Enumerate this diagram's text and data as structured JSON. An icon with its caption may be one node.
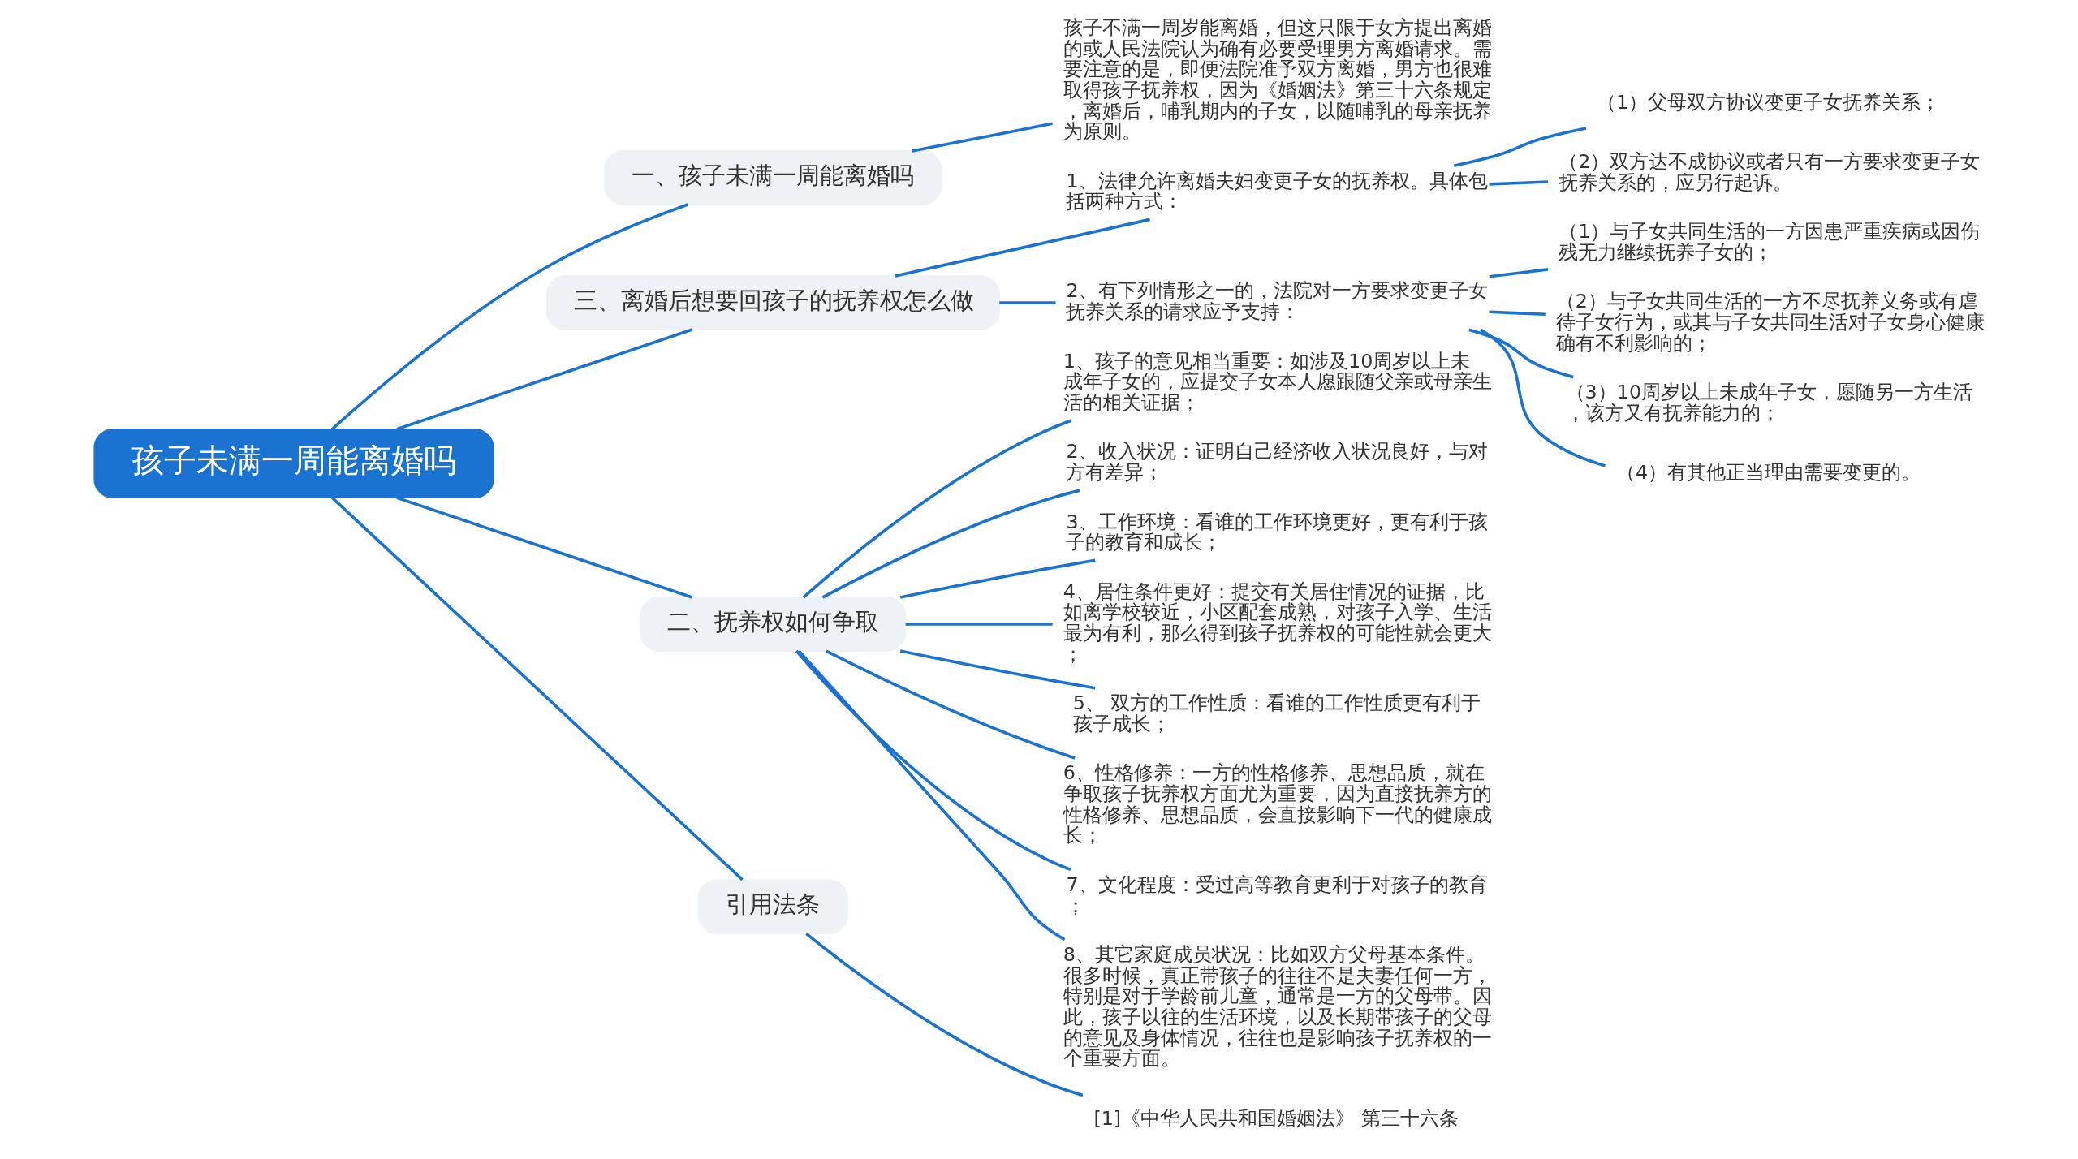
{
  "diagram": {
    "nodes": [
      {
        "text": [
          "孩子未满一周能离婚吗"
        ]
      },
      {
        "text": [
          "一、孩子未满一周能离婚吗"
        ]
      },
      {
        "text": [
          "孩子不满一周岁能离婚，但这只限于女方提出离婚的或人民法院认为确有必要受理男方离婚请求。需要注意的是，即便法院准予双方离婚，男方也很难取得孩子抚养权，因为《婚姻法》第三十六条规定，离婚后，哺乳期内的子女，以随哺乳的母亲抚养为原则。"
        ]
      },
      {
        "text": [
          "三、离婚后想要回孩子的抚养权怎么做"
        ]
      },
      {
        "text": [
          "1、法律允许离婚夫妇变更子女的抚养权。具体包括两种方式："
        ]
      },
      {
        "text": [
          "（1）父母双方协议变更子女抚养关系；"
        ]
      },
      {
        "text": [
          "（2）双方达不成协议或者只有一方要求变更子女抚养关系的，应另行起诉。"
        ]
      },
      {
        "text": [
          "2、有下列情形之一的，法院对一方要求变更子女抚养关系的请求应予支持："
        ]
      },
      {
        "text": [
          "（1）与子女共同生活的一方因患严重疾病或因伤残无力继续抚养子女的；"
        ]
      },
      {
        "text": [
          "（2）与子女共同生活的一方不尽抚养义务或有虐待子女行为，或其与子女共同生活对子女身心健康确有不利影响的；"
        ]
      },
      {
        "text": [
          "（3）10周岁以上未成年子女，愿随另一方生活，该方又有抚养能力的；"
        ]
      },
      {
        "text": [
          "（4）有其他正当理由需要变更的。"
        ]
      },
      {
        "text": [
          "二、抚养权如何争取"
        ]
      },
      {
        "text": [
          "1、孩子的意见相当重要：如涉及10周岁以上未成年子女的，应提交子女本人愿跟随父亲或母亲生活的相关证据；"
        ]
      },
      {
        "text": [
          "2、收入状况：证明自己经济收入状况良好，与对方有差异；"
        ]
      },
      {
        "text": [
          "3、工作环境：看谁的工作环境更好，更有利于孩子的教育和成长；"
        ]
      },
      {
        "text": [
          "4、居住条件更好：提交有关居住情况的证据，比如离学校较近，小区配套成熟，对孩子入学、生活最为有利，那么得到孩子抚养权的可能性就会更大；"
        ]
      },
      {
        "text": [
          "5、 双方的工作性质：看谁的工作性质更有利于孩子成长；"
        ]
      },
      {
        "text": [
          "6、性格修养：一方的性格修养、思想品质，就在争取孩子抚养权方面尤为重要，因为直接抚养方的性格修养、思想品质，会直接影响下一代的健康成长；"
        ]
      },
      {
        "text": [
          "7、文化程度：受过高等教育更利于对孩子的教育；"
        ]
      },
      {
        "text": [
          "8、其它家庭成员状况：比如双方父母基本条件。很多时候，真正带孩子的往往不是夫妻任何一方，特别是对于学龄前儿童，通常是一方的父母带。因此，孩子以往的生活环境，以及长期带孩子的父母的意见及身体情况，往往也是影响孩子抚养权的一个重要方面。"
        ]
      },
      {
        "text": [
          "引用法条"
        ]
      },
      {
        "text": [
          "[1]《中华人民共和国婚姻法》 第三十六条"
        ]
      }
    ],
    "edges": [
      {
        "from": 0,
        "to": 1,
        "arrow": "none"
      },
      {
        "from": 1,
        "to": 2,
        "arrow": "none"
      },
      {
        "from": 0,
        "to": 3,
        "arrow": "none"
      },
      {
        "from": 3,
        "to": 4,
        "arrow": "none"
      },
      {
        "from": 4,
        "to": 5,
        "arrow": "none"
      },
      {
        "from": 4,
        "to": 6,
        "arrow": "none"
      },
      {
        "from": 3,
        "to": 7,
        "arrow": "none"
      },
      {
        "from": 7,
        "to": 8,
        "arrow": "none"
      },
      {
        "from": 7,
        "to": 9,
        "arrow": "none"
      },
      {
        "from": 7,
        "to": 10,
        "arrow": "none"
      },
      {
        "from": 7,
        "to": 11,
        "arrow": "none"
      },
      {
        "from": 0,
        "to": 12,
        "arrow": "none"
      },
      {
        "from": 12,
        "to": 13,
        "arrow": "none"
      },
      {
        "from": 12,
        "to": 14,
        "arrow": "none"
      },
      {
        "from": 12,
        "to": 15,
        "arrow": "none"
      },
      {
        "from": 12,
        "to": 16,
        "arrow": "none"
      },
      {
        "from": 12,
        "to": 17,
        "arrow": "none"
      },
      {
        "from": 12,
        "to": 18,
        "arrow": "none"
      },
      {
        "from": 12,
        "to": 19,
        "arrow": "none"
      },
      {
        "from": 12,
        "to": 20,
        "arrow": "none"
      },
      {
        "from": 0,
        "to": 21,
        "arrow": "none"
      },
      {
        "from": 21,
        "to": 22,
        "arrow": "none"
      }
    ]
  }
}
